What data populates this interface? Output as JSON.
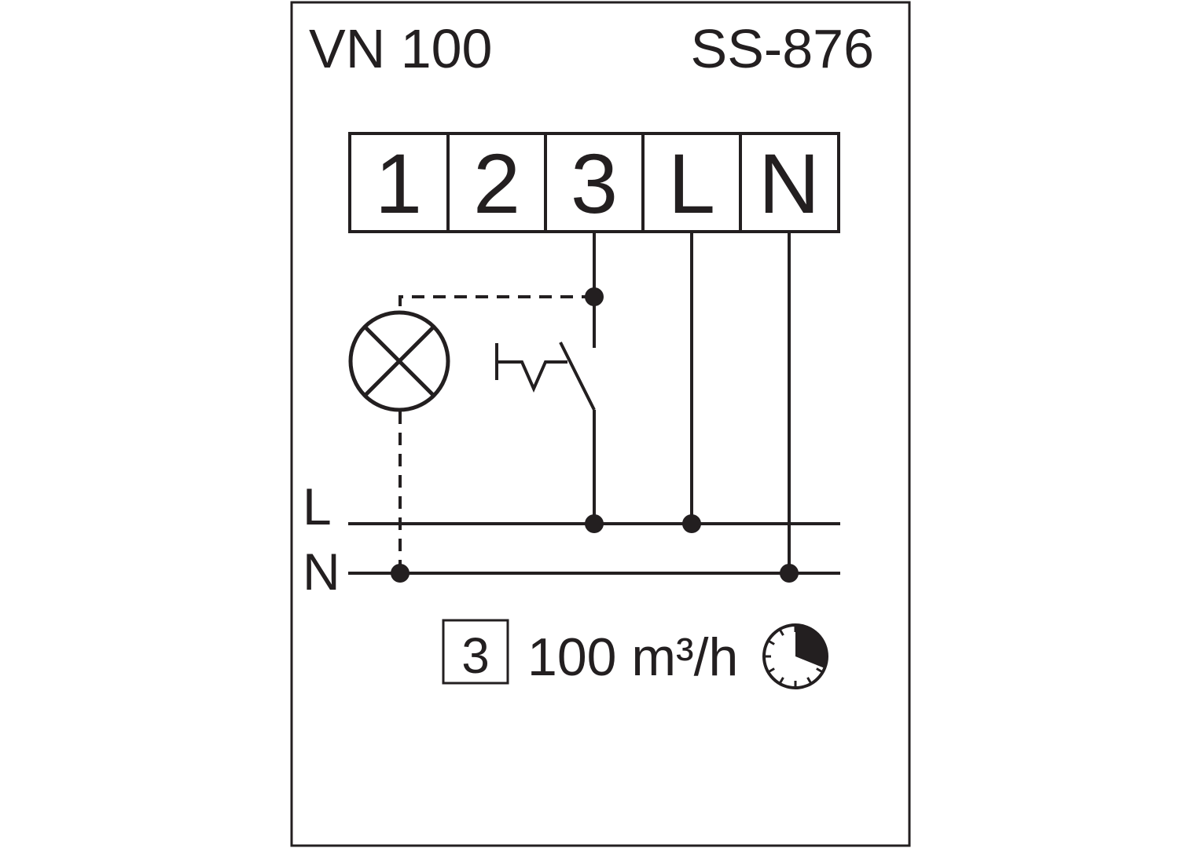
{
  "header": {
    "model": "VN 100",
    "code": "SS-876"
  },
  "terminals": [
    "1",
    "2",
    "3",
    "L",
    "N"
  ],
  "bus": {
    "line_label": "L",
    "neutral_label": "N"
  },
  "footer": {
    "speed_number": "3",
    "flow": "100 m³/h"
  },
  "icons": {
    "lamp": "lamp-icon",
    "switch": "push-switch-icon",
    "timer": "timer-icon"
  },
  "colors": {
    "ink": "#231f20",
    "background": "#ffffff"
  }
}
